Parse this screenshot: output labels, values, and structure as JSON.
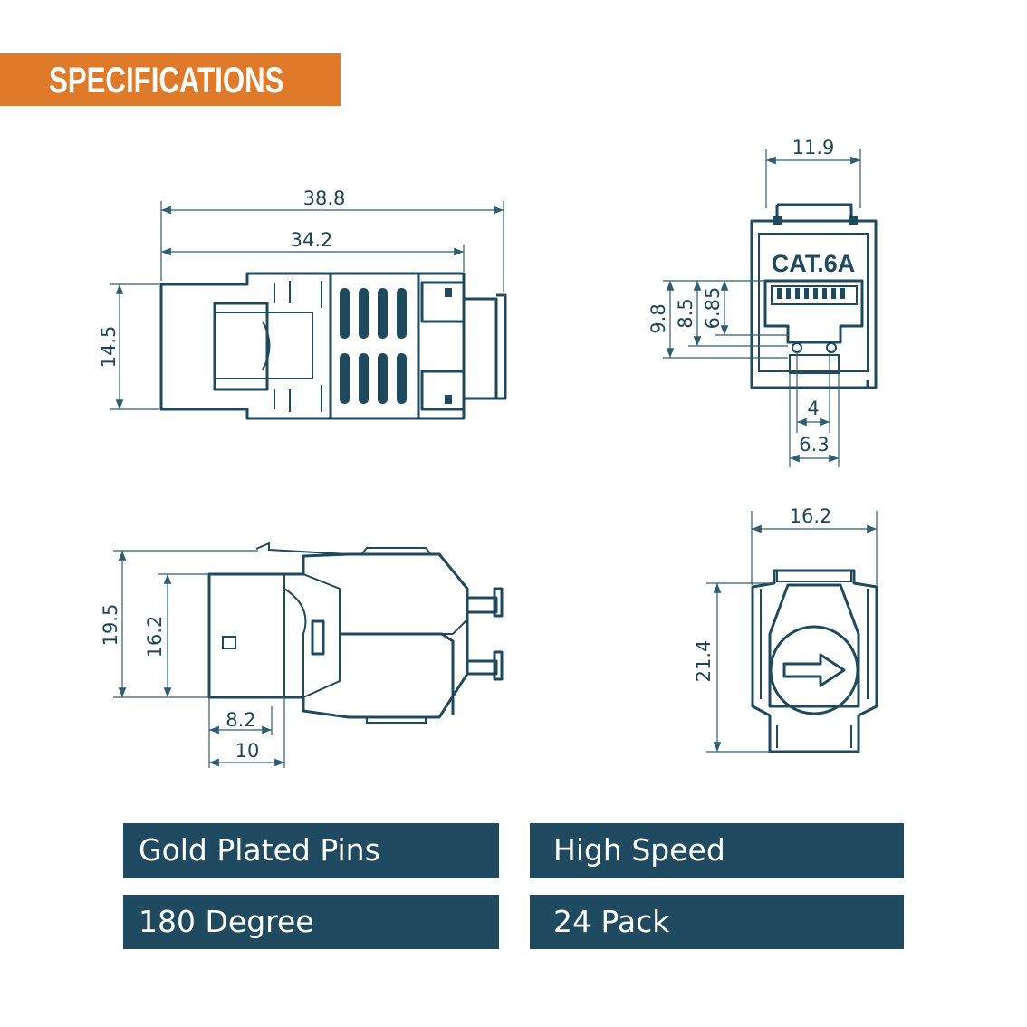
{
  "header": {
    "title": "SPECIFICATIONS"
  },
  "colors": {
    "accent": "#e07a2b",
    "navy": "#1f4a60",
    "line": "#1f4a5e"
  },
  "views": {
    "top_view": {
      "overall_length": "38.8",
      "body_length": "34.2",
      "width": "14.5"
    },
    "front_view": {
      "label": "CAT.6A",
      "top_width": "11.9",
      "height_outer": "9.8",
      "height_mid": "8.5",
      "height_inner": "6.85",
      "pin_gap": "4",
      "latch_gap": "6.3"
    },
    "side_view": {
      "overall_height": "19.5",
      "body_height": "16.2",
      "step_short": "8.2",
      "step_long": "10"
    },
    "rear_view": {
      "width": "16.2",
      "height": "21.4"
    }
  },
  "features": [
    {
      "label": "Gold Plated Pins"
    },
    {
      "label": "High Speed"
    },
    {
      "label": "180 Degree"
    },
    {
      "label": "24 Pack"
    }
  ]
}
